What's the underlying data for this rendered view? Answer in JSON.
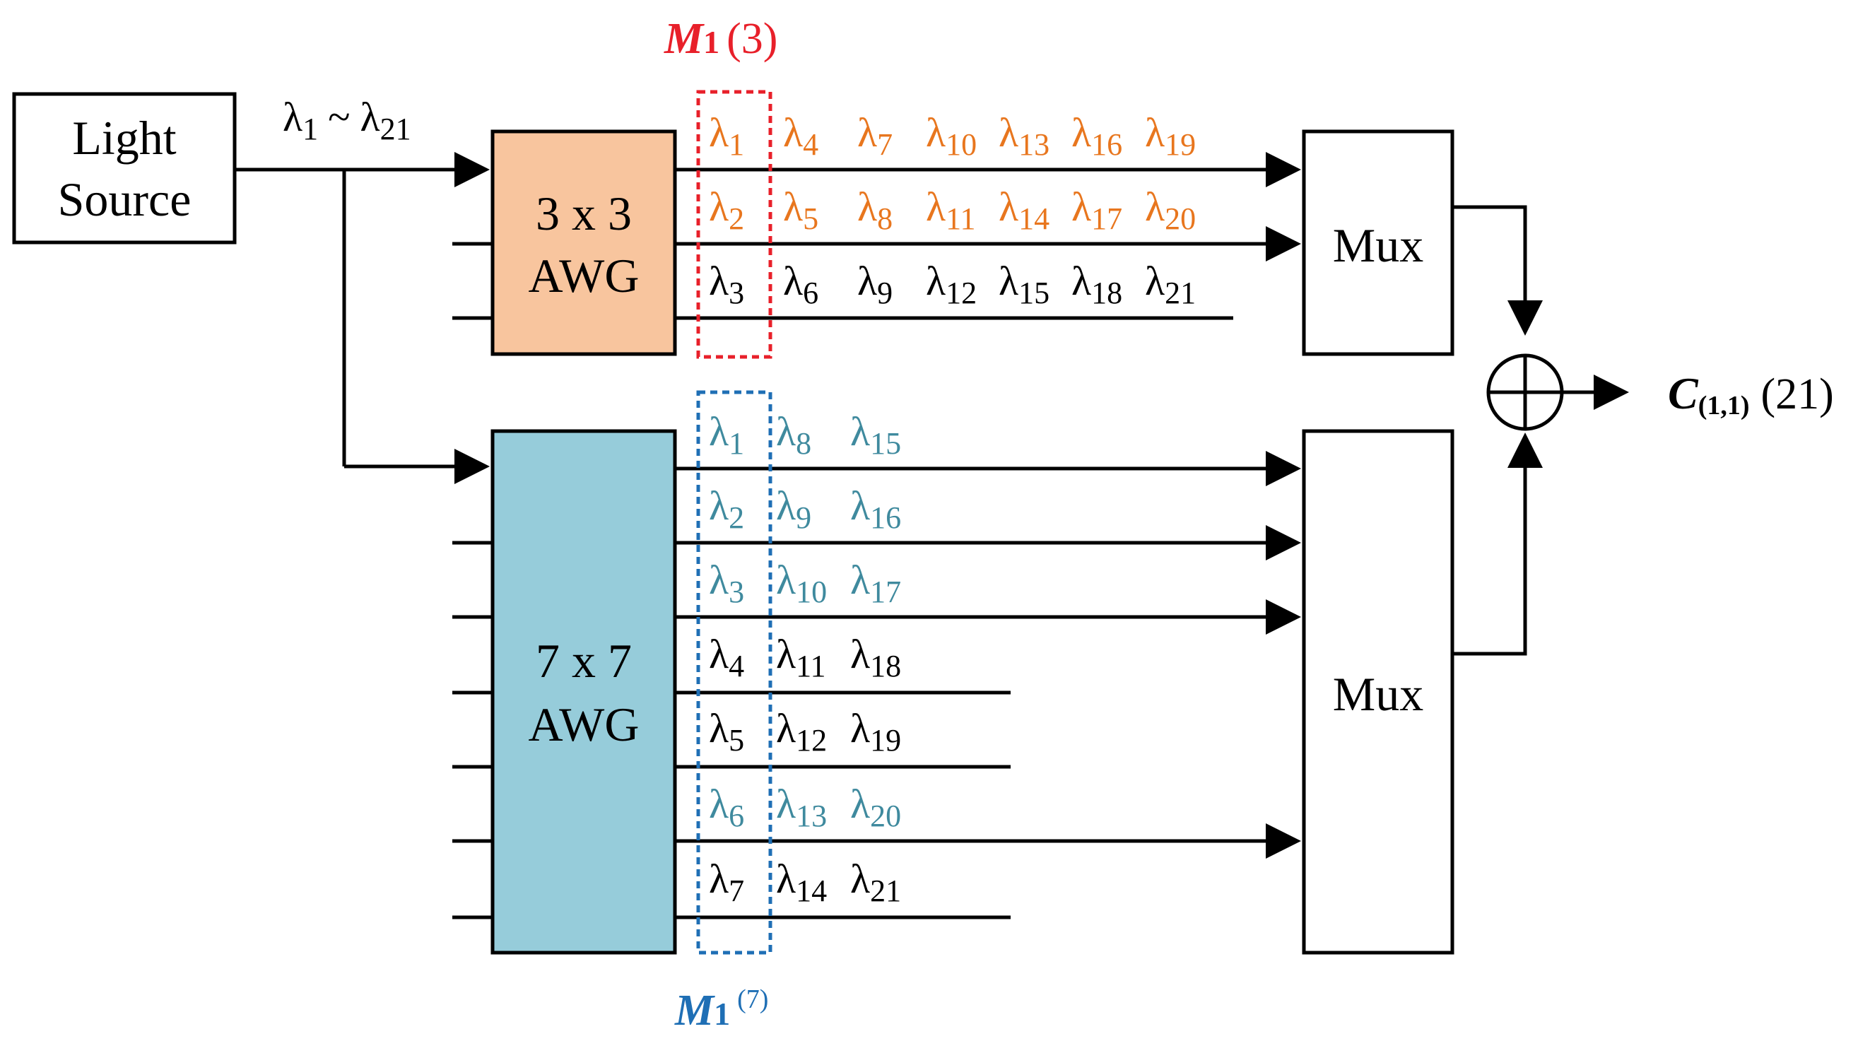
{
  "colors": {
    "orange_text": "#e8761e",
    "teal_text": "#3f8a9e",
    "black": "#000000",
    "awg3_fill": "#f8c59e",
    "awg7_fill": "#96ccda",
    "red_dash": "#e8202a",
    "blue_dash": "#1f6fb5",
    "m_top": "#e8202a",
    "m_bottom": "#1f6fb5"
  },
  "light_source": {
    "line1": "Light",
    "line2": "Source"
  },
  "input_range": {
    "from_sub": "1",
    "tilde": "~",
    "to_sub": "21"
  },
  "awg3": {
    "line1": "3 x 3",
    "line2": "AWG"
  },
  "awg7": {
    "line1": "7 x 7",
    "line2": "AWG"
  },
  "mux_top": "Mux",
  "mux_bottom": "Mux",
  "m_top_label": {
    "symbol": "M",
    "sub": "1",
    "paren": "(3)"
  },
  "m_bottom_label": {
    "symbol": "M",
    "sub": "1",
    "sup": "(7)"
  },
  "output_label": {
    "symbol": "C",
    "sub": "(1,1)",
    "paren": "(21)"
  },
  "awg3_outputs": [
    {
      "lambdas": [
        "1",
        "4",
        "7",
        "10",
        "13",
        "16",
        "19"
      ],
      "color": "orange"
    },
    {
      "lambdas": [
        "2",
        "5",
        "8",
        "11",
        "14",
        "17",
        "20"
      ],
      "color": "orange"
    },
    {
      "lambdas": [
        "3",
        "6",
        "9",
        "12",
        "15",
        "18",
        "21"
      ],
      "color": "black"
    }
  ],
  "awg7_outputs": [
    {
      "lambdas": [
        "1",
        "8",
        "15"
      ],
      "color": "teal"
    },
    {
      "lambdas": [
        "2",
        "9",
        "16"
      ],
      "color": "teal"
    },
    {
      "lambdas": [
        "3",
        "10",
        "17"
      ],
      "color": "teal"
    },
    {
      "lambdas": [
        "4",
        "11",
        "18"
      ],
      "color": "black"
    },
    {
      "lambdas": [
        "5",
        "12",
        "19"
      ],
      "color": "black"
    },
    {
      "lambdas": [
        "6",
        "13",
        "20"
      ],
      "color": "teal"
    },
    {
      "lambdas": [
        "7",
        "14",
        "21"
      ],
      "color": "black"
    }
  ],
  "lambda_glyph": "λ"
}
